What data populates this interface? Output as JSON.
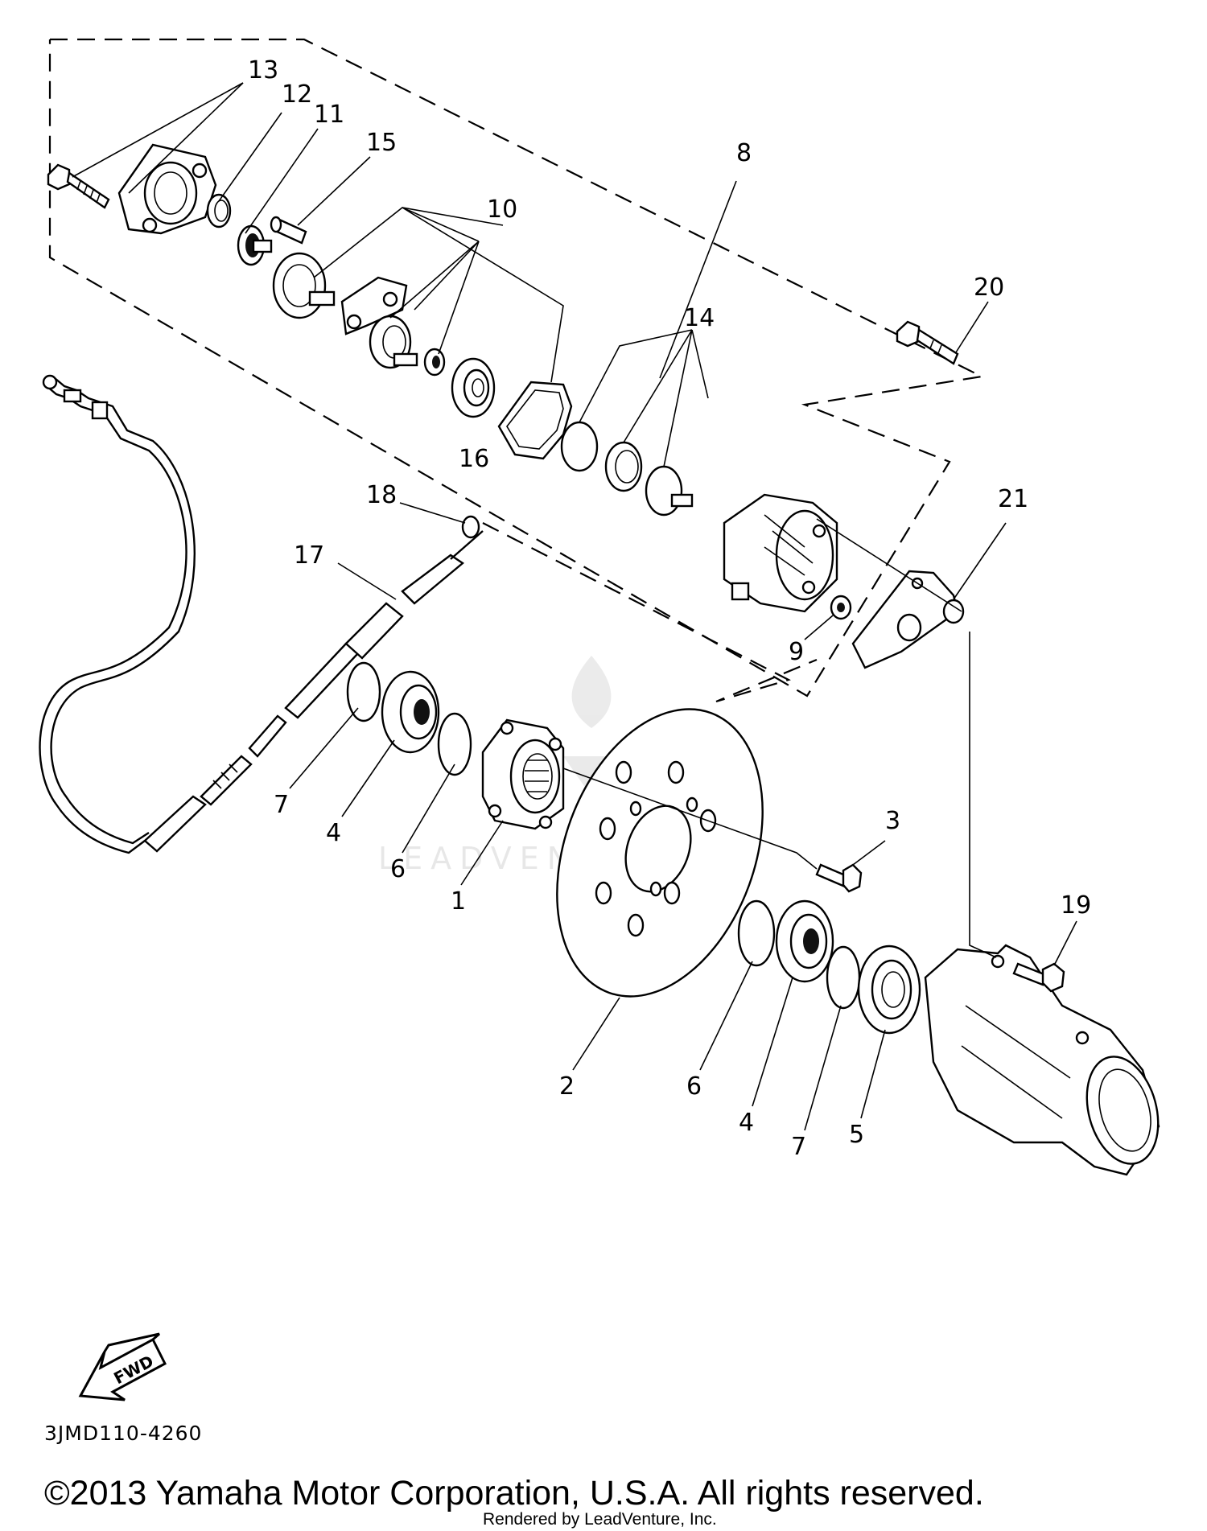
{
  "diagram_code": "3JMD110-4260",
  "copyright": "©2013 Yamaha Motor Corporation, U.S.A. All rights reserved.",
  "rendered_by": "Rendered by LeadVenture, Inc.",
  "watermark": "LEADVENTURE",
  "direction_label": "FWD",
  "callouts": [
    {
      "id": "c13",
      "label": "13"
    },
    {
      "id": "c12",
      "label": "12"
    },
    {
      "id": "c11",
      "label": "11"
    },
    {
      "id": "c15",
      "label": "15"
    },
    {
      "id": "c10",
      "label": "10"
    },
    {
      "id": "c8",
      "label": "8"
    },
    {
      "id": "c20",
      "label": "20"
    },
    {
      "id": "c14",
      "label": "14"
    },
    {
      "id": "c16",
      "label": "16"
    },
    {
      "id": "c18",
      "label": "18"
    },
    {
      "id": "c17",
      "label": "17"
    },
    {
      "id": "c21",
      "label": "21"
    },
    {
      "id": "c9",
      "label": "9"
    },
    {
      "id": "c7a",
      "label": "7"
    },
    {
      "id": "c4a",
      "label": "4"
    },
    {
      "id": "c6a",
      "label": "6"
    },
    {
      "id": "c1",
      "label": "1"
    },
    {
      "id": "c3",
      "label": "3"
    },
    {
      "id": "c2",
      "label": "2"
    },
    {
      "id": "c6b",
      "label": "6"
    },
    {
      "id": "c4b",
      "label": "4"
    },
    {
      "id": "c7b",
      "label": "7"
    },
    {
      "id": "c5",
      "label": "5"
    },
    {
      "id": "c19",
      "label": "19"
    }
  ]
}
